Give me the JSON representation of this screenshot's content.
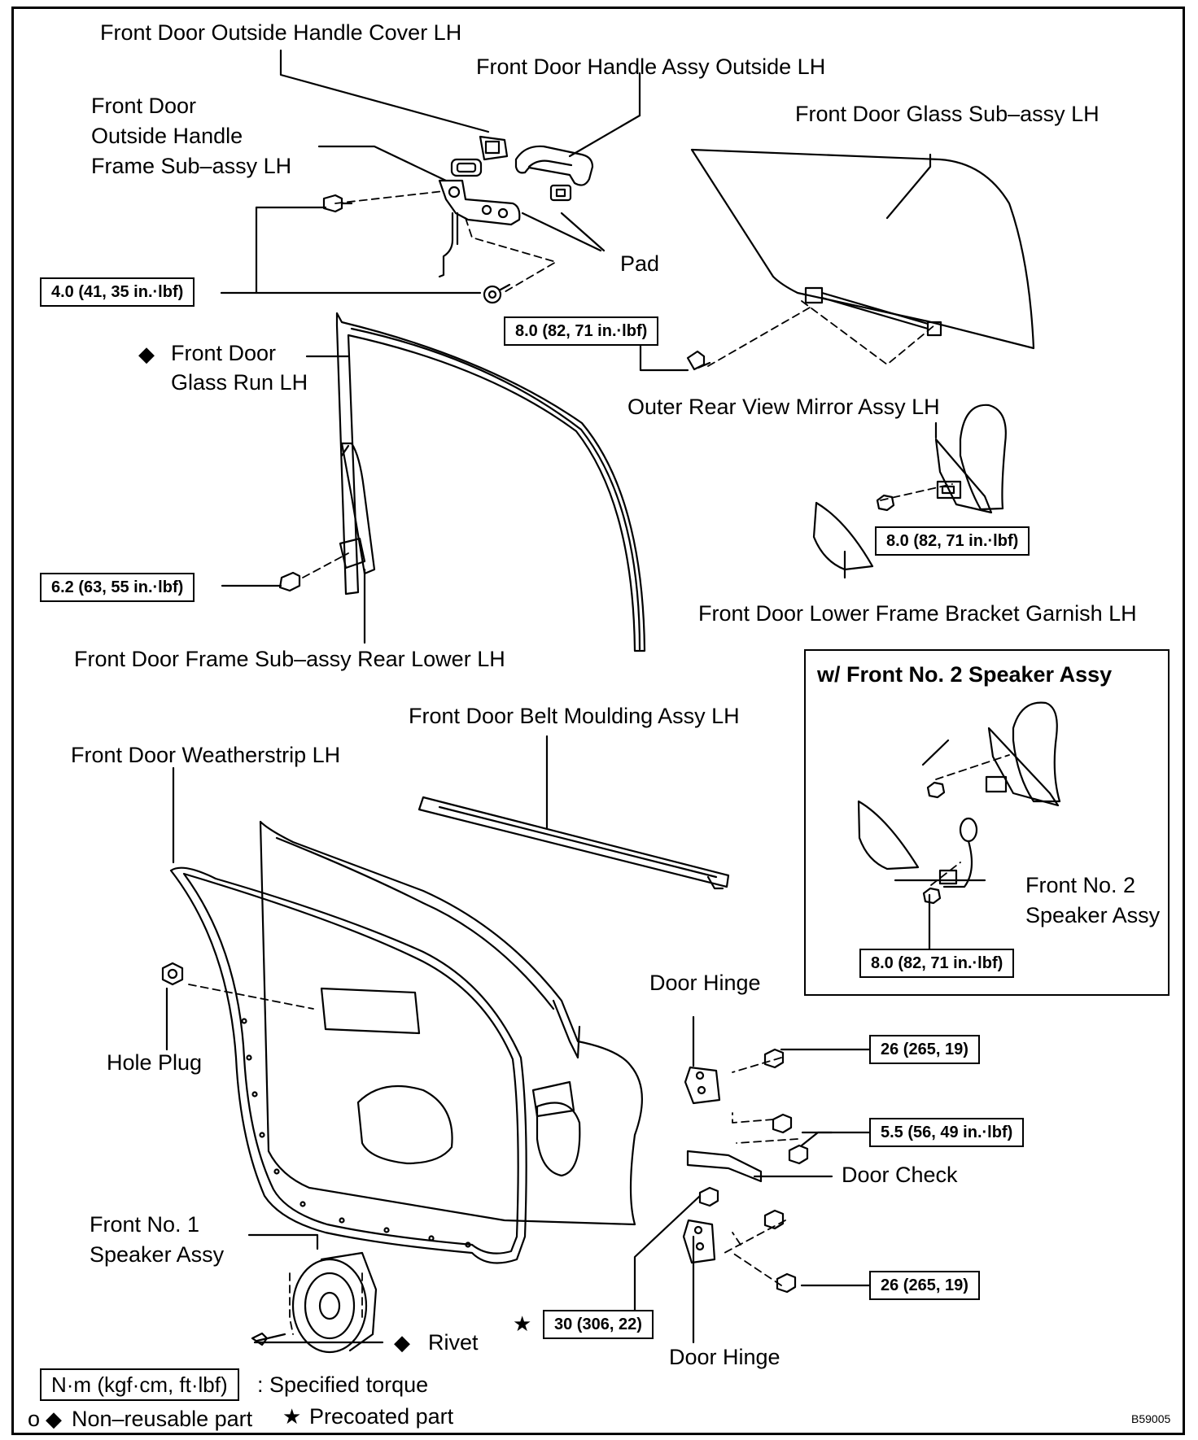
{
  "labels": {
    "outside_handle_cover": "Front Door Outside Handle Cover LH",
    "handle_assy_outside": "Front Door Handle Assy Outside LH",
    "handle_frame_l1": "Front Door",
    "handle_frame_l2": "Outside Handle",
    "handle_frame_l3": "Frame Sub–assy LH",
    "glass_subassy": "Front Door Glass Sub–assy LH",
    "pad": "Pad",
    "glass_run_l1": "Front Door",
    "glass_run_l2": "Glass Run LH",
    "mirror_assy": "Outer Rear View Mirror Assy LH",
    "lower_frame_garnish": "Front Door Lower Frame Bracket Garnish LH",
    "frame_rear_lower": "Front Door Frame Sub–assy Rear Lower LH",
    "belt_moulding": "Front Door Belt Moulding Assy LH",
    "weatherstrip": "Front Door Weatherstrip LH",
    "hole_plug": "Hole Plug",
    "door_hinge_upper": "Door Hinge",
    "door_check": "Door Check",
    "door_hinge_lower": "Door Hinge",
    "speaker1_l1": "Front No. 1",
    "speaker1_l2": "Speaker Assy",
    "rivet": "Rivet",
    "speaker2_l1": "Front No. 2",
    "speaker2_l2": "Speaker Assy"
  },
  "inset": {
    "title": "w/ Front No. 2 Speaker Assy"
  },
  "torques": {
    "handle_frame_bolts": "4.0 (41, 35 in.·lbf)",
    "glass_bolt": "8.0 (82, 71 in.·lbf)",
    "mirror_nut": "8.0 (82, 71 in.·lbf)",
    "frame_rear_lower_bolt": "6.2 (63, 55 in.·lbf)",
    "inset_nut": "8.0 (82, 71 in.·lbf)",
    "hinge_upper": "26 (265, 19)",
    "door_check": "5.5 (56, 49 in.·lbf)",
    "hinge_lower": "26 (265, 19)",
    "hinge_center": "30 (306, 22)"
  },
  "symbols": {
    "diamond": "◆",
    "star": "★",
    "circle": "o"
  },
  "legend": {
    "torque_box": "N·m (kgf·cm, ft·lbf)",
    "torque_text": ": Specified torque",
    "nonreusable": "Non–reusable part",
    "precoated": "Precoated part"
  },
  "doc_id": "B59005"
}
